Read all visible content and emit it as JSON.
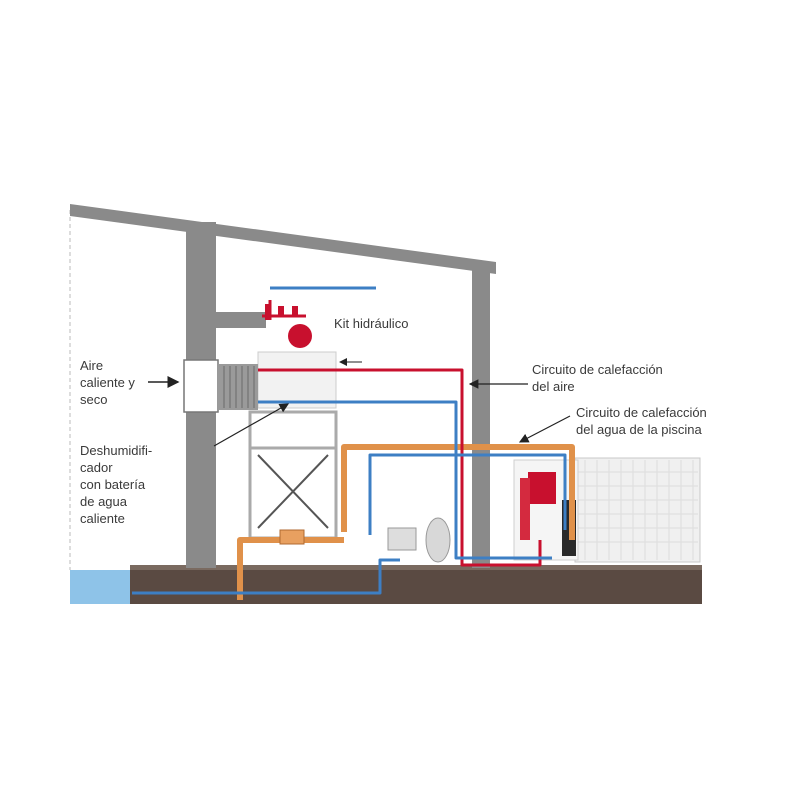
{
  "labels": {
    "kit": "Kit hidráulico",
    "aire": [
      "Aire",
      "caliente y",
      "seco"
    ],
    "deshum": [
      "Deshumidifi-",
      "cador",
      "con batería",
      "de agua",
      "caliente"
    ],
    "circ_aire": [
      "Circuito de calefacción",
      "del aire"
    ],
    "circ_agua": [
      "Circuito de calefacción",
      "del agua de la piscina"
    ]
  },
  "colors": {
    "hot_water": "#c8102e",
    "cold_water": "#3d7fc4",
    "pool_heating": "#e0914a",
    "structure": "#8a8a8a",
    "ground": "#5a4a42",
    "pool_water": "#8ec3e8"
  }
}
